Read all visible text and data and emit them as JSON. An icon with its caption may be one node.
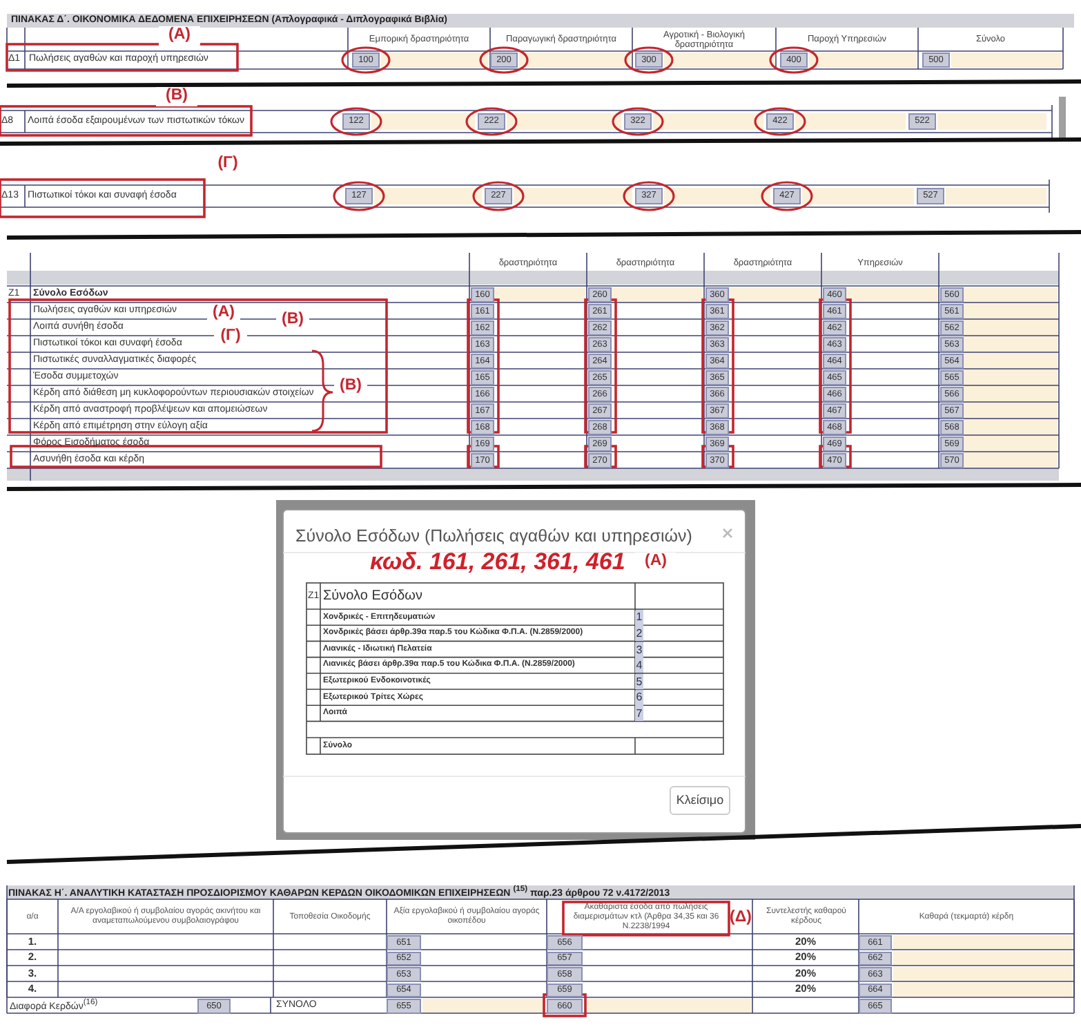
{
  "diagram": {
    "labels": [
      "ΠΙΝΑΚΑΣ Δ΄. ΟΙΚΟΝΟΜΙΚΑ ΔΕΔΟΜΕΝΑ ΕΠΙΧΕΙΡΗΣΕΩΝ (Απλογραφικά - Διπλογραφικά Βιβλία)",
      "(Α)",
      "Εμπορική δραστηριότητα",
      "Παραγωγική δραστηριότητα",
      "Αγροτική - Βιολογική δραστηριότητα",
      "Παροχή Υπηρεσιών",
      "Σύνολο",
      "Δ1",
      "Πωλήσεις αγαθών και παροχή υπηρεσιών",
      "100",
      "200",
      "300",
      "400",
      "500",
      "(Β)",
      "Δ8",
      "Λοιπά έσοδα εξαιρουμένων των πιστωτικών τόκων",
      "122",
      "222",
      "322",
      "422",
      "522",
      "(Γ)",
      "Δ13",
      "Πιστωτικοί τόκοι και συναφή έσοδα",
      "127",
      "227",
      "327",
      "427",
      "527",
      "δραστηριότητα",
      "δραστηριότητα",
      "δραστηριότητα",
      "Υπηρεσιών",
      "Ζ1",
      "Σύνολο Εσόδων",
      "160",
      "260",
      "360",
      "460",
      "560",
      "Πωλήσεις αγαθών και υπηρεσιών",
      "(Α)",
      "161",
      "261",
      "361",
      "461",
      "561",
      "Λοιπά συνήθη έσοδα",
      "(Β)",
      "162",
      "262",
      "362",
      "462",
      "562",
      "Πιστωτικοί τόκοι και συναφή έσοδα",
      "(Γ)",
      "163",
      "263",
      "363",
      "463",
      "563",
      "Πιστωτικές συναλλαγματικές διαφορές",
      "164",
      "264",
      "364",
      "464",
      "564",
      "Έσοδα συμμετοχών",
      "165",
      "265",
      "365",
      "465",
      "565",
      "Κέρδη από διάθεση μη κυκλοφορούντων περιουσιακών στοιχείων",
      "(Β)",
      "166",
      "266",
      "366",
      "466",
      "566",
      "Κέρδη από αναστροφή προβλέψεων και απομειώσεων",
      "167",
      "267",
      "367",
      "467",
      "567",
      "Κέρδη από επιμέτρηση στην εύλογη αξία",
      "168",
      "268",
      "368",
      "468",
      "568",
      "Φόρος Εισοδήματος έσοδα",
      "169",
      "269",
      "369",
      "469",
      "569",
      "Ασυνήθη έσοδα και κέρδη",
      "170",
      "270",
      "370",
      "470",
      "570",
      "Σύνολο Εσόδων (Πωλήσεις αγαθών και υπηρεσιών)",
      "κωδ. 161, 261, 361, 461",
      "(Α)",
      "Ζ1",
      "Σύνολο Εσόδων",
      "Χονδρικές - Επιτηδευματιών",
      "1",
      "Χονδρικές βάσει άρθρ.39α παρ.5 του Κώδικα Φ.Π.Α. (Ν.2859/2000)",
      "2",
      "Λιανικές - Ιδιωτική Πελατεία",
      "3",
      "Λιανικές βάσει άρθρ.39α παρ.5 του Κώδικα Φ.Π.Α. (Ν.2859/2000)",
      "4",
      "Εξωτερικού Ενδοκοινοτικές",
      "5",
      "Εξωτερικού Τρίτες Χώρες",
      "6",
      "Λοιπά",
      "7",
      "Σύνολο",
      "Κλείσιμο",
      "ΠΙΝΑΚΑΣ Η΄. ΑΝΑΛΥΤΙΚΗ ΚΑΤΑΣΤΑΣΗ ΠΡΟΣΔΙΟΡΙΣΜΟΥ ΚΑΘΑΡΩΝ ΚΕΡΔΩΝ ΟΙΚΟΔΟΜΙΚΩΝ ΕΠΙΧΕΙΡΗΣΕΩΝ $^{(15)}$ παρ.23 άρθρου 72 ν.4172/2013",
      "α/α",
      "Α/Α εργολαβικού ή συμβολαίου αγοράς ακινήτου και αναμεταπωλούμενου συμβολαιογράφου",
      "Τοποθεσία Οικοδομής",
      "Αξία εργολαβικού ή συμβολαίου αγοράς οικοπέδου",
      "Ακαθάριστα έσοδα από πωλήσεις διαμερισμάτων κτλ (Άρθρα 34,35 και 36 Ν.2238/1994",
      "(Δ)",
      "Συντελεστής καθαρού κέρδους",
      "Καθαρά (τεκμαρτά) κέρδη",
      "1.",
      "651",
      "656",
      "20%",
      "661",
      "2.",
      "652",
      "657",
      "20%",
      "662",
      "3.",
      "653",
      "658",
      "20%",
      "663",
      "4.",
      "654",
      "659",
      "20%",
      "664",
      "Διαφορά Κερδών$^{(16)}$",
      "650",
      "ΣΥΝΟΛΟ",
      "655",
      "660",
      "665"
    ]
  }
}
